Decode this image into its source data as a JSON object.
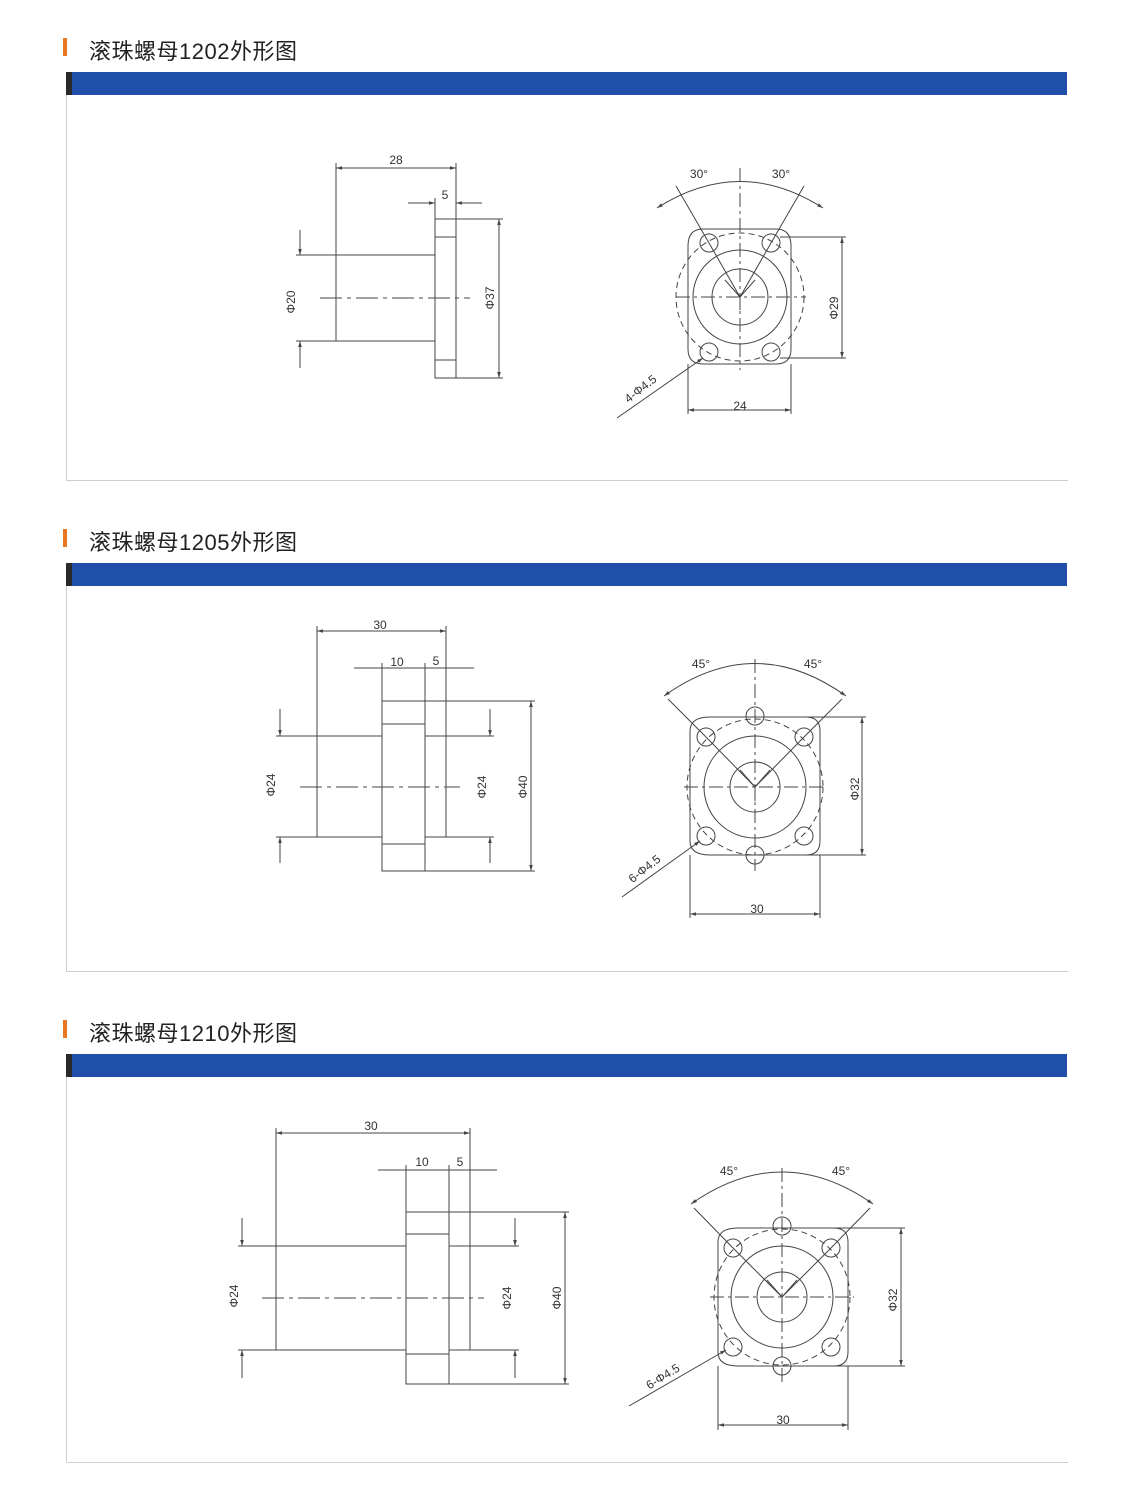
{
  "colors": {
    "accent": "#e87722",
    "header_bar": "#1f4fa8",
    "header_bar_end": "#2a2a2a",
    "line": "#333333"
  },
  "sections": [
    {
      "title": "滚珠螺母1202外形图",
      "side": {
        "len_total": "28",
        "flange_t": "5",
        "dia_body": "Φ20",
        "dia_flange": "Φ37"
      },
      "front": {
        "ang_left": "30°",
        "ang_right": "30°",
        "holes": "4-Φ4.5",
        "pcd": "Φ29",
        "width": "24"
      }
    },
    {
      "title": "滚珠螺母1205外形图",
      "side": {
        "len_total": "30",
        "flange_w": "10",
        "flange_t": "5",
        "dia_body": "Φ24",
        "dia_spigot": "Φ24",
        "dia_flange": "Φ40"
      },
      "front": {
        "ang_left": "45°",
        "ang_right": "45°",
        "holes": "6-Φ4.5",
        "pcd": "Φ32",
        "width": "30"
      }
    },
    {
      "title": "滚珠螺母1210外形图",
      "side": {
        "len_total": "30",
        "flange_w": "10",
        "flange_t": "5",
        "dia_body": "Φ24",
        "dia_spigot": "Φ24",
        "dia_flange": "Φ40"
      },
      "front": {
        "ang_left": "45°",
        "ang_right": "45°",
        "holes": "6-Φ4.5",
        "pcd": "Φ32",
        "width": "30"
      }
    }
  ]
}
